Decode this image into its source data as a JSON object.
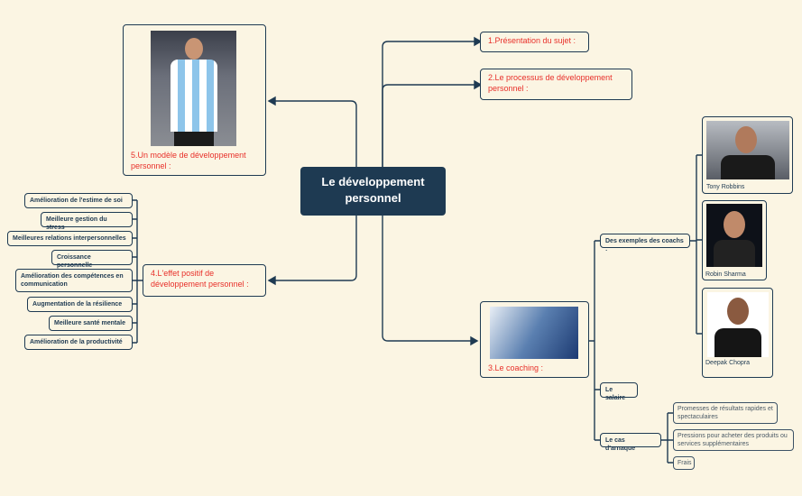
{
  "central": {
    "title": "Le développement personnel"
  },
  "topics": {
    "t1": "1.Présentation du sujet :",
    "t2": "2.Le processus de développement personnel :",
    "t3": "3.Le coaching :",
    "t4": "4.L'effet positif de développement personnel :",
    "t5": "5.Un modèle de développement personnel :"
  },
  "effects": [
    "Amélioration de l'estime de soi",
    "Meilleure gestion du stress",
    "Meilleures relations interpersonnelles",
    "Croissance personnelle",
    "Amélioration des compétences en communication",
    "Augmentation  de la résilience",
    "Meilleure santé mentale",
    "Amélioration de la productivité"
  ],
  "coaching": {
    "examples_label": "Des exemples des coachs :",
    "coaches": [
      "Tony Robbins",
      "Robin Sharma",
      "Deepak Chopra"
    ],
    "salary_label": "Le salaire",
    "scam_label": "Le cas d'arnaque",
    "scams": [
      "Promesses de résultats rapides et spectaculaires",
      "Pressions pour acheter des produits ou services supplémentaires",
      "Frais"
    ]
  },
  "colors": {
    "background": "#fbf5e3",
    "node_border": "#1e3a52",
    "topic_text": "#e8302a"
  }
}
